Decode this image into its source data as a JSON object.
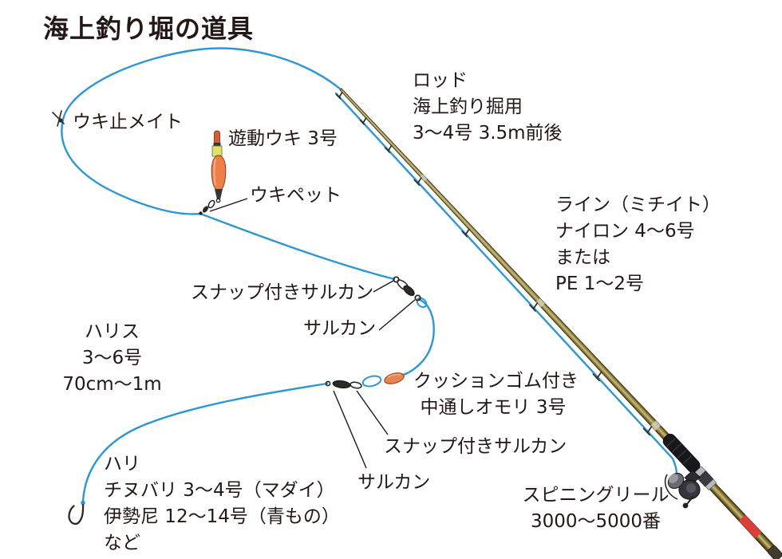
{
  "title": "海上釣り堀の道具",
  "labels": {
    "uki_stopper": "ウキ止メイト",
    "sliding_float": "遊動ウキ 3号",
    "uki_pet": "ウキペット",
    "rod": {
      "l0": "ロッド",
      "l1": "海上釣り掘用",
      "l2": "3〜4号 3.5m前後"
    },
    "main_line": {
      "l0": "ライン（ミチイト）",
      "l1": "ナイロン 4〜6号",
      "l2": "または",
      "l3": "PE 1〜2号"
    },
    "snap_swivel_upper": "スナップ付きサルカン",
    "swivel_upper": "サルカン",
    "leader": {
      "l0": "ハリス",
      "l1": "3〜6号",
      "l2": "70cm〜1m"
    },
    "cushion_sinker": {
      "l0": "クッションゴム付き",
      "l1": "中通しオモリ 3号"
    },
    "snap_swivel_lower": "スナップ付きサルカン",
    "swivel_lower": "サルカン",
    "hook": {
      "l0": "ハリ",
      "l1": "チヌバリ 3〜4号（マダイ）",
      "l2": "伊勢尼 12〜14号（青もの）",
      "l3": "など"
    },
    "reel": {
      "l0": "スピニングリール",
      "l1": "3000〜5000番"
    }
  },
  "colors": {
    "text": "#231815",
    "line_blue": "#2e96d2",
    "float_orange": "#ef7f48",
    "float_band_yellow": "#dde26b",
    "sinker_orange": "#e8864f",
    "rod_olive": "#8a7a35",
    "rod_red_band": "#d84038",
    "hardware_dark": "#2e2a26"
  }
}
